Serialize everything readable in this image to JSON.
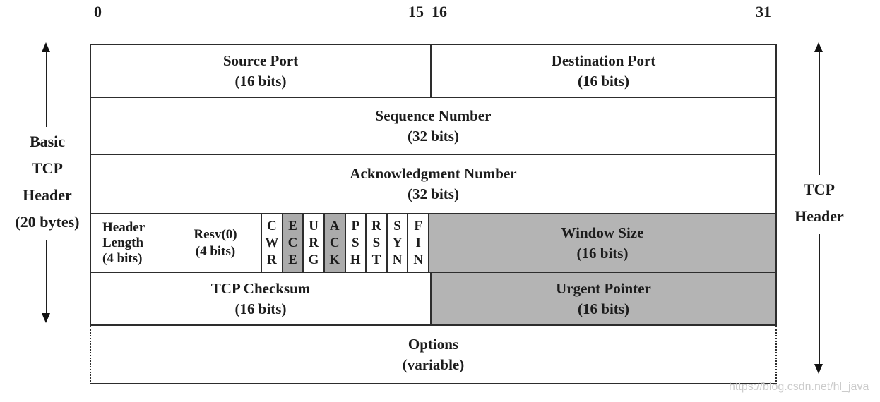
{
  "bit_ruler": {
    "b0": "0",
    "b15": "15",
    "b16": "16",
    "b31": "31"
  },
  "left_annotation": {
    "line1": "Basic",
    "line2": "TCP",
    "line3": "Header",
    "line4": "(20 bytes)"
  },
  "right_annotation": {
    "line1": "TCP",
    "line2": "Header"
  },
  "fields": {
    "source_port": {
      "name": "Source Port",
      "bits": "(16 bits)"
    },
    "destination_port": {
      "name": "Destination Port",
      "bits": "(16 bits)"
    },
    "sequence_number": {
      "name": "Sequence Number",
      "bits": "(32 bits)"
    },
    "acknowledgment_number": {
      "name": "Acknowledgment Number",
      "bits": "(32 bits)"
    },
    "header_length": {
      "line1": "Header",
      "line2": "Length",
      "line3": "(4 bits)"
    },
    "reserved": {
      "name": "Resv(0)",
      "bits": "(4 bits)"
    },
    "window_size": {
      "name": "Window Size",
      "bits": "(16 bits)"
    },
    "tcp_checksum": {
      "name": "TCP Checksum",
      "bits": "(16 bits)"
    },
    "urgent_pointer": {
      "name": "Urgent Pointer",
      "bits": "(16 bits)"
    },
    "options": {
      "name": "Options",
      "bits": "(variable)"
    }
  },
  "flags": [
    {
      "name": "CWR",
      "l1": "C",
      "l2": "W",
      "l3": "R",
      "shaded": false
    },
    {
      "name": "ECE",
      "l1": "E",
      "l2": "C",
      "l3": "E",
      "shaded": true
    },
    {
      "name": "URG",
      "l1": "U",
      "l2": "R",
      "l3": "G",
      "shaded": false
    },
    {
      "name": "ACK",
      "l1": "A",
      "l2": "C",
      "l3": "K",
      "shaded": true
    },
    {
      "name": "PSH",
      "l1": "P",
      "l2": "S",
      "l3": "H",
      "shaded": false
    },
    {
      "name": "RST",
      "l1": "R",
      "l2": "S",
      "l3": "T",
      "shaded": false
    },
    {
      "name": "SYN",
      "l1": "S",
      "l2": "Y",
      "l3": "N",
      "shaded": false
    },
    {
      "name": "FIN",
      "l1": "F",
      "l2": "I",
      "l3": "N",
      "shaded": false
    }
  ],
  "colors": {
    "shaded_fill": "#b4b4b4",
    "flag_shaded_fill": "#ababab",
    "line": "#2d2d2d",
    "watermark_text": "#cbcbcb"
  },
  "watermark": "https://blog.csdn.net/hl_java"
}
